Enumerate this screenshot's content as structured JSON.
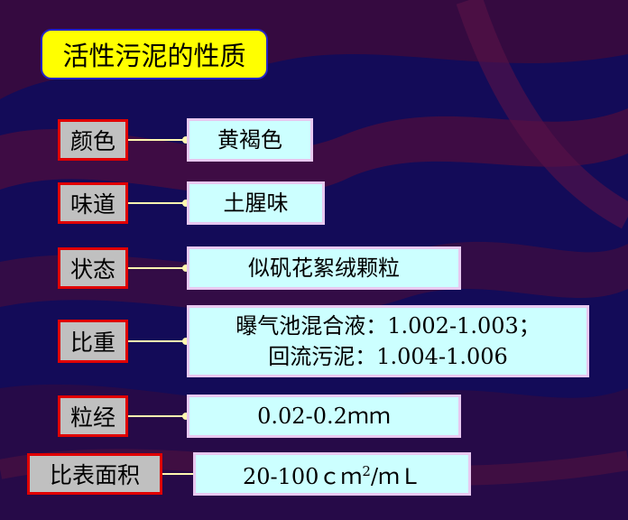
{
  "title": "活性污泥的性质",
  "rows": [
    {
      "label": "颜色",
      "value": "黄褐色"
    },
    {
      "label": "味道",
      "value": "土腥味"
    },
    {
      "label": "状态",
      "value": "似矾花絮绒颗粒"
    },
    {
      "label": "比重",
      "value_line1": "曝气池混合液：1.002-1.003；",
      "value_line2": "回流污泥：1.004-1.006"
    },
    {
      "label": "粒经",
      "value": "0.02-0.2ｍｍ"
    },
    {
      "label": "比表面积",
      "value_main": "20-100ｃｍ",
      "value_sup": "2",
      "value_tail": "/ｍＬ"
    }
  ],
  "colors": {
    "title_bg": "#ffff00",
    "label_bg": "#c0c0c0",
    "label_border": "#e00000",
    "value_bg": "#ccffff",
    "background": "#120a55"
  }
}
